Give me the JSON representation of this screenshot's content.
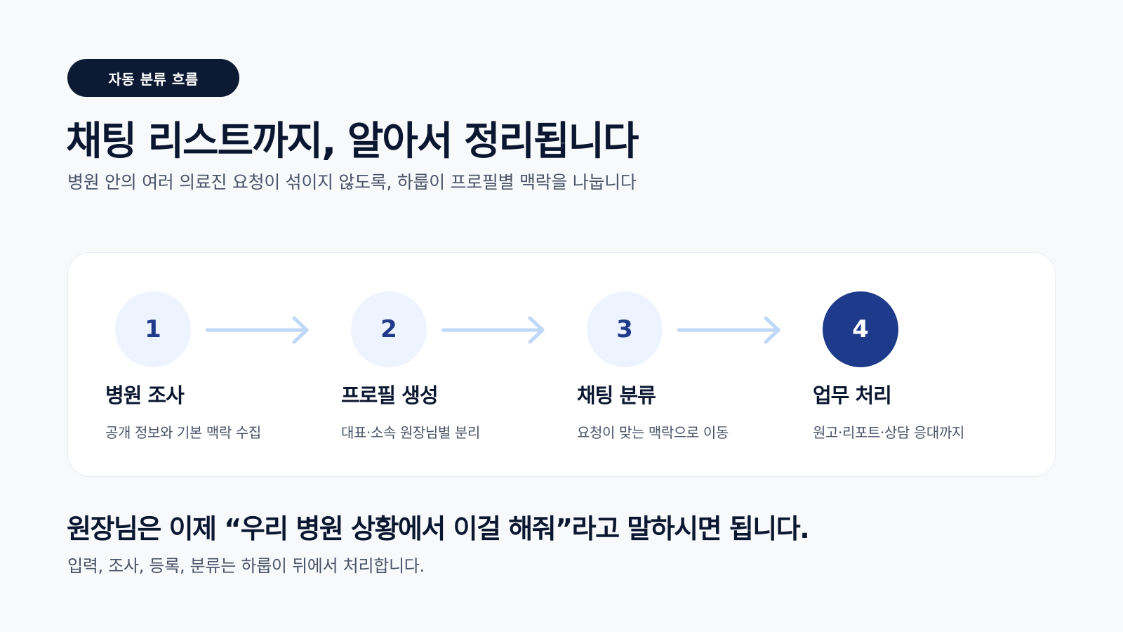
{
  "header": {
    "badge": "자동 분류 흐름",
    "title": "채팅 리스트까지, 알아서 정리됩니다",
    "subtitle": "병원 안의 여러 의료진 요청이 섞이지 않도록, 하룹이 프로필별 맥락을 나눕니다"
  },
  "flow": {
    "steps": [
      {
        "number": "1",
        "title": "병원 조사",
        "description": "공개 정보와 기본 맥락 수집",
        "active": false
      },
      {
        "number": "2",
        "title": "프로필 생성",
        "description": "대표·소속 원장님별 분리",
        "active": false
      },
      {
        "number": "3",
        "title": "채팅 분류",
        "description": "요청이 맞는 맥락으로 이동",
        "active": false
      },
      {
        "number": "4",
        "title": "업무 처리",
        "description": "원고·리포트·상담 응대까지",
        "active": true
      }
    ]
  },
  "footer": {
    "conclusion": "원장님은 이제 “우리 병원 상황에서 이걸 해줘”라고 말하시면 됩니다.",
    "note": "입력, 조사, 등록, 분류는 하룹이 뒤에서 처리합니다."
  },
  "colors": {
    "background": "#f8f9fb",
    "navy": "#0c1a33",
    "accent": "#1e3a8a",
    "circle_light": "#eef4ff",
    "arrow": "#bfd8f7"
  },
  "icons": {
    "connector": "arrow-right-icon"
  }
}
